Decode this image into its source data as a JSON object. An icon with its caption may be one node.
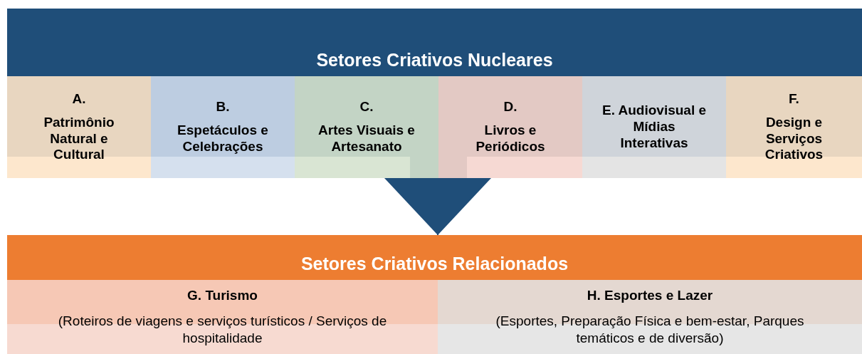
{
  "diagram": {
    "nodes": [
      {
        "text": [
          "Setores Criativos Nucleares"
        ]
      },
      {
        "text": [
          "A.",
          "Patrimônio Natural e Cultural"
        ]
      },
      {
        "text": [
          "B.",
          "Espetáculos e Celebrações"
        ]
      },
      {
        "text": [
          "C.",
          "Artes Visuais e Artesanato"
        ]
      },
      {
        "text": [
          "D.",
          "Livros e Periódicos"
        ]
      },
      {
        "text": [
          "E. Audiovisual e Mídias Interativas"
        ]
      },
      {
        "text": [
          "F.",
          "Design e Serviços Criativos"
        ]
      },
      {
        "text": [
          "Setores Criativos Relacionados"
        ]
      },
      {
        "text": [
          "G. Turismo",
          "(Roteiros de viagens e serviços turísticos / Serviços de hospitalidade"
        ]
      },
      {
        "text": [
          "H. Esportes e Lazer",
          "(Esportes, Preparação Física e bem-estar, Parques temáticos e de diversão)"
        ]
      }
    ],
    "edges": [
      {
        "from": 0,
        "to": 7,
        "arrow": "to"
      }
    ]
  }
}
